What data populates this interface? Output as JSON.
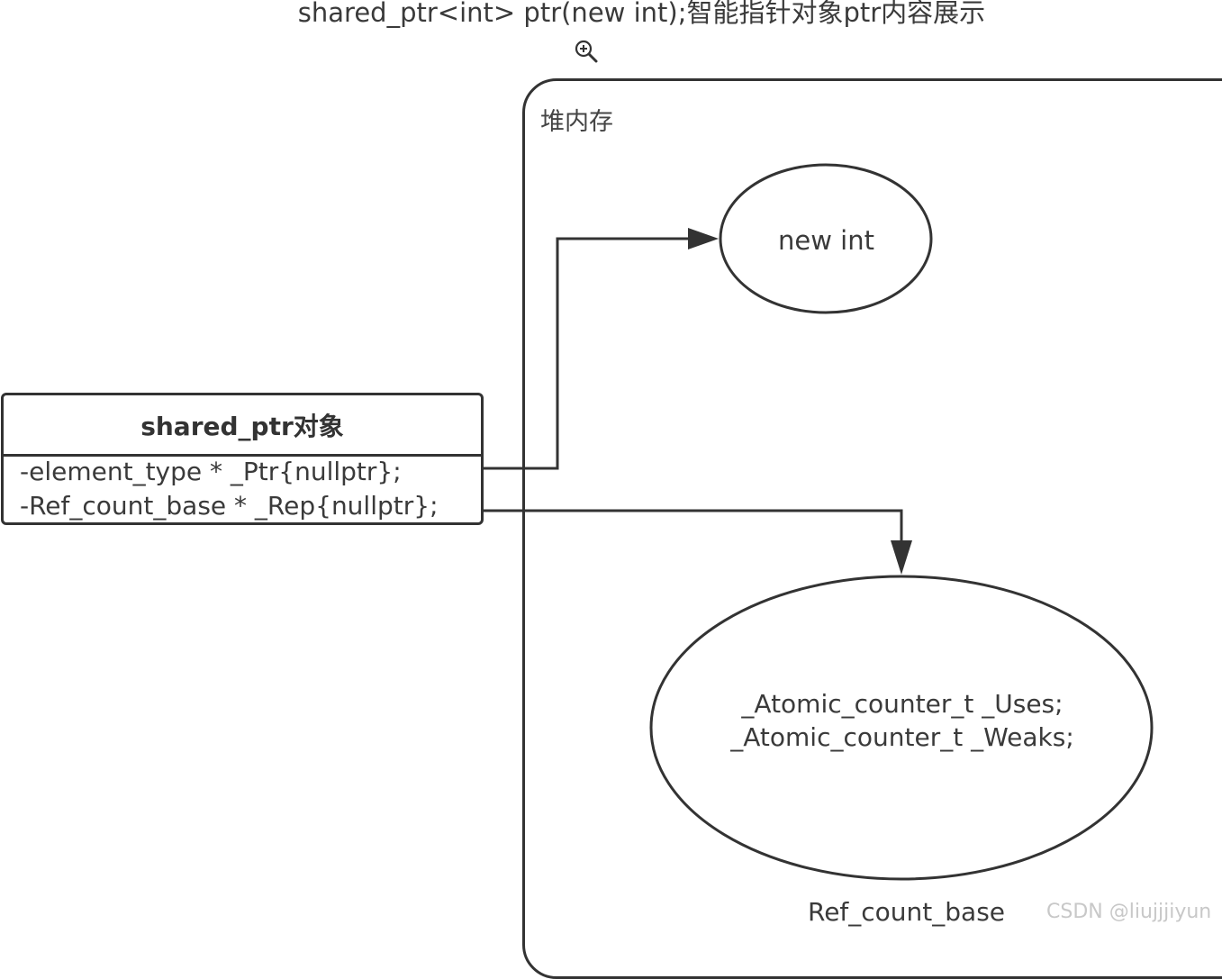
{
  "title": "shared_ptr<int> ptr(new int);智能指针对象ptr内容展示",
  "heap": {
    "label": "堆内存"
  },
  "shared_ptr_object": {
    "header": "shared_ptr对象",
    "fields": [
      "-element_type * _Ptr{nullptr};",
      "-Ref_count_base * _Rep{nullptr};"
    ]
  },
  "new_int_node": {
    "label": "new int"
  },
  "ref_count_node": {
    "lines": [
      "_Atomic_counter_t _Uses;",
      "_Atomic_counter_t _Weaks;"
    ],
    "caption": "Ref_count_base"
  },
  "watermark": "CSDN @liujjjiyun",
  "icons": {
    "zoom": "zoom-in-icon"
  },
  "colors": {
    "stroke": "#333333",
    "text": "#3a3a3a",
    "watermark": "#c8c8c8"
  }
}
